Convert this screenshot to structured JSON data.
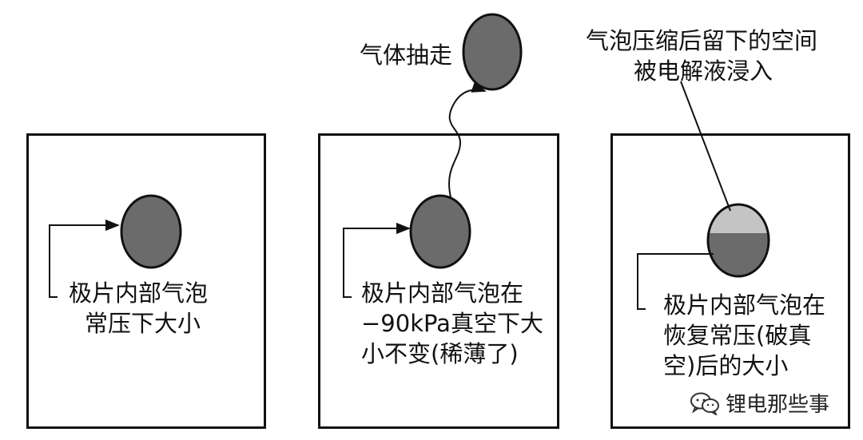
{
  "panels": [
    {
      "id": "normal-pressure",
      "label_lines": [
        "极片内部气泡",
        "常压下大小"
      ]
    },
    {
      "id": "vacuum",
      "label_lines": [
        "极片内部气泡在",
        "−90kPa真空下大",
        "小不变(稀薄了)"
      ],
      "gas_label": "气体抽走"
    },
    {
      "id": "vacuum-release",
      "label_lines": [
        "极片内部气泡在",
        "恢复常压(破真",
        "空)后的大小"
      ],
      "electrolyte_label_lines": [
        "气泡压缩后留下的空间",
        "被电解液浸入"
      ]
    }
  ],
  "watermark": "锂电那些事",
  "colors": {
    "bubble_fill": "#6b6b6b",
    "electrolyte_fill": "#c4c4c4",
    "line": "#111111"
  }
}
